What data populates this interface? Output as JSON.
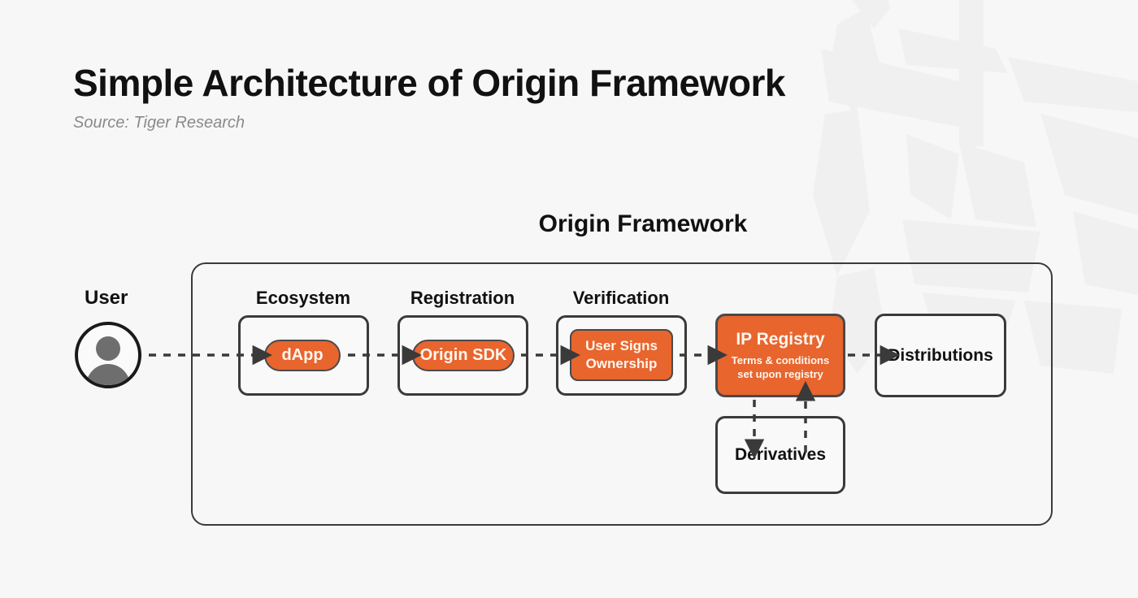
{
  "header": {
    "title": "Simple Architecture of Origin Framework",
    "source": "Source: Tiger Research"
  },
  "diagram": {
    "title": "Origin Framework",
    "user": {
      "label": "User",
      "avatar_icon": "user-avatar-icon"
    },
    "stages": [
      {
        "label": "Ecosystem",
        "node": "dApp"
      },
      {
        "label": "Registration",
        "node": "Origin SDK"
      },
      {
        "label": "Verification",
        "node_line1": "User Signs",
        "node_line2": "Ownership"
      }
    ],
    "ip_registry": {
      "title": "IP Registry",
      "subtitle_line1": "Terms & conditions",
      "subtitle_line2": "set upon registry"
    },
    "distributions": {
      "label": "Distributions"
    },
    "derivatives": {
      "label": "Derivatives"
    }
  },
  "colors": {
    "accent_orange": "#e8652e",
    "outline_dark": "#3a3a3a",
    "text_dark": "#111111",
    "muted_gray": "#8a8a8a",
    "background": "#f7f7f7"
  }
}
